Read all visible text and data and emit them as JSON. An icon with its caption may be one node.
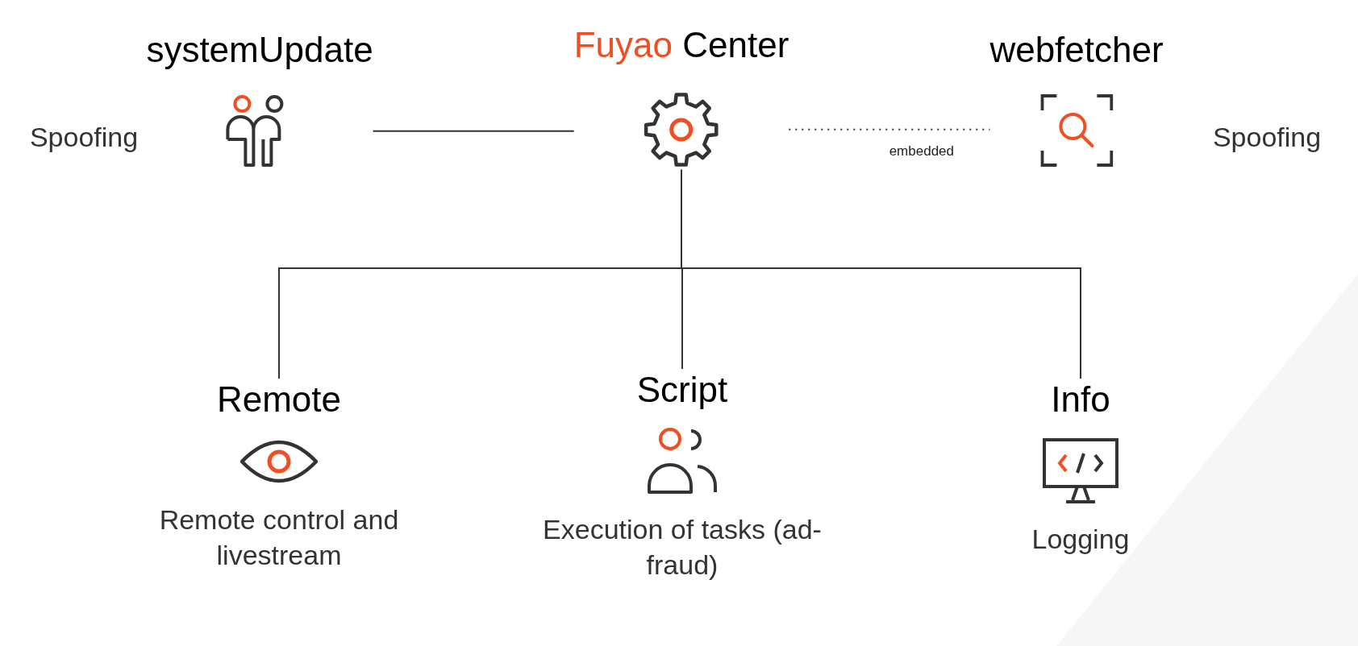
{
  "diagram": {
    "nodes": [
      {
        "text": [
          "systemUpdate"
        ],
        "beside": [
          "Spoofing"
        ]
      },
      {
        "text": [
          "Fuyao Center"
        ]
      },
      {
        "text": [
          "webfetcher"
        ],
        "beside": [
          "Spoofing"
        ]
      },
      {
        "text": [
          "Remote",
          "Remote control and livestream"
        ]
      },
      {
        "text": [
          "Script",
          "Execution of tasks (ad-fraud)"
        ]
      },
      {
        "text": [
          "Info",
          "Logging"
        ]
      }
    ],
    "edges": [
      {
        "from": 0,
        "to": 1,
        "arrow": "none"
      },
      {
        "from": 1,
        "to": 2,
        "arrow": "none",
        "style": "dashed",
        "label": "embedded"
      },
      {
        "from": 1,
        "to": 3,
        "arrow": "none"
      },
      {
        "from": 1,
        "to": 4,
        "arrow": "none"
      },
      {
        "from": 1,
        "to": 5,
        "arrow": "none"
      }
    ]
  }
}
